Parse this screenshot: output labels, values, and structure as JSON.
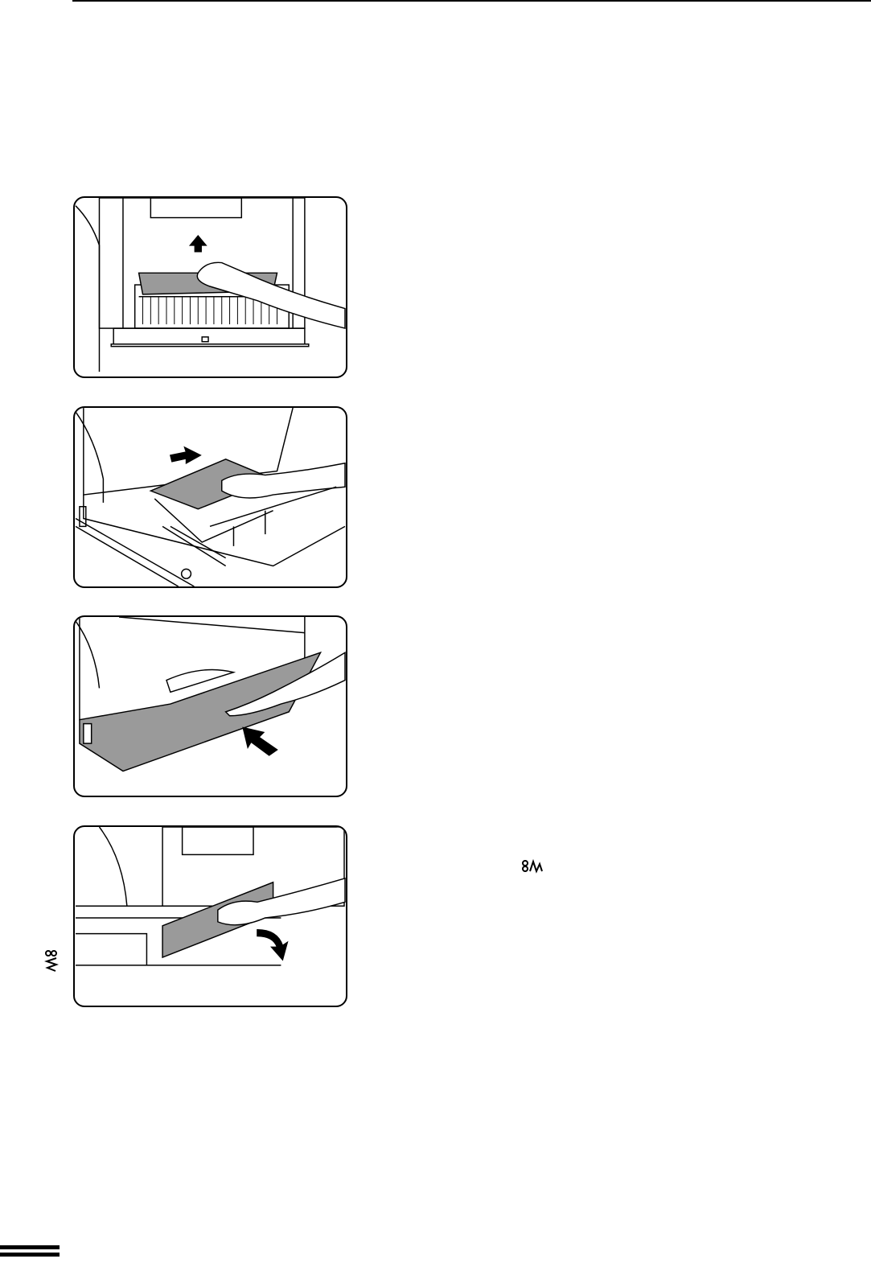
{
  "icons": {
    "inline_jam_icon": "misfeed-icon",
    "margin_jam_icon": "misfeed-icon"
  },
  "icon_glyphs": {
    "misfeed": "8∩"
  },
  "figures": [
    {
      "name": "remove-paper-from-side-cover"
    },
    {
      "name": "pull-paper-from-tray"
    },
    {
      "name": "push-tray-back-in"
    },
    {
      "name": "close-side-cover"
    }
  ],
  "colors": {
    "paper_gray": "#9a9a9a",
    "line": "#000000"
  }
}
